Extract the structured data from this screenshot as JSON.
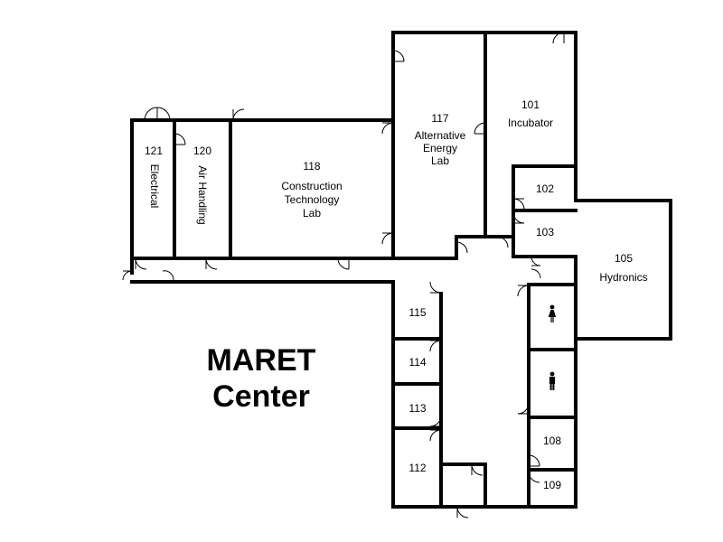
{
  "title": {
    "line1": "MARET",
    "line2": "Center"
  },
  "rooms": {
    "r101": {
      "number": "101",
      "name": "Incubator"
    },
    "r102": {
      "number": "102"
    },
    "r103": {
      "number": "103"
    },
    "r105": {
      "number": "105",
      "name": "Hydronics"
    },
    "r108": {
      "number": "108"
    },
    "r109": {
      "number": "109"
    },
    "r112": {
      "number": "112"
    },
    "r113": {
      "number": "113"
    },
    "r114": {
      "number": "114"
    },
    "r115": {
      "number": "115"
    },
    "r117": {
      "number": "117",
      "name_lines": [
        "Alternative",
        "Energy",
        "Lab"
      ]
    },
    "r118": {
      "number": "118",
      "name_lines": [
        "Construction",
        "Technology",
        "Lab"
      ]
    },
    "r120": {
      "number": "120",
      "name": "Air Handling"
    },
    "r121": {
      "number": "121",
      "name": "Electrical"
    }
  },
  "restrooms": {
    "women": {
      "icon": "woman-restroom-icon"
    },
    "men": {
      "icon": "man-restroom-icon"
    }
  }
}
